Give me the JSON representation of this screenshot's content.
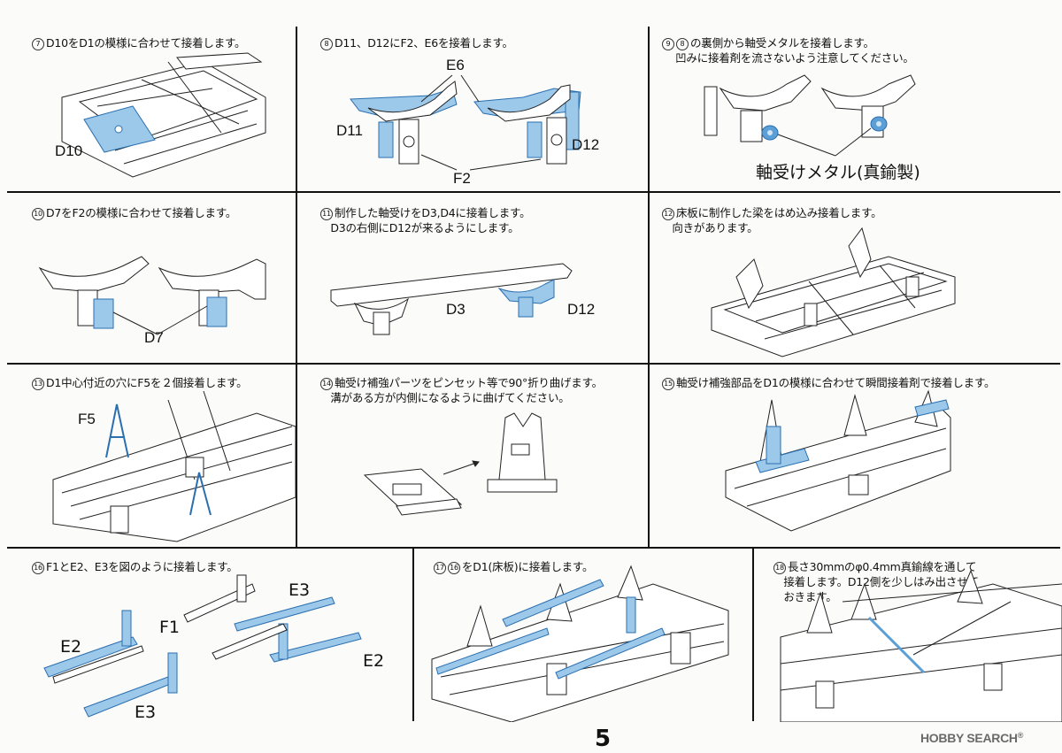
{
  "colors": {
    "part_highlight": "#9cc8ea",
    "part_highlight_dark": "#5b9fd6",
    "line": "#222222"
  },
  "steps": [
    {
      "num": "7",
      "text": "D10をD1の模様に合わせて接着します。",
      "labels": [
        "D10"
      ]
    },
    {
      "num": "8",
      "text": "D11、D12にF2、E6を接着します。",
      "labels": [
        "E6",
        "D11",
        "D12",
        "F2"
      ]
    },
    {
      "num": "9",
      "sub_num": "8",
      "text_line1": "の裏側から軸受メタルを接着します。",
      "text_line2": "凹みに接着剤を流さないよう注意してください。",
      "labels": [
        "軸受けメタル(真鍮製)"
      ]
    },
    {
      "num": "10",
      "text": "D7をF2の模様に合わせて接着します。",
      "labels": [
        "D7"
      ]
    },
    {
      "num": "11",
      "text_line1": "制作した軸受けをD3,D4に接着します。",
      "text_line2": "D3の右側にD12が来るようにします。",
      "labels": [
        "D3",
        "D12"
      ]
    },
    {
      "num": "12",
      "text_line1": "床板に制作した梁をはめ込み接着します。",
      "text_line2": "向きがあります。",
      "labels": []
    },
    {
      "num": "13",
      "text": "D1中心付近の穴にF5を２個接着します。",
      "labels": [
        "F5"
      ]
    },
    {
      "num": "14",
      "text_line1": "軸受け補強パーツをピンセット等で90°折り曲げます。",
      "text_line2": "溝がある方が内側になるように曲げてください。",
      "labels": []
    },
    {
      "num": "15",
      "text": "軸受け補強部品をD1の模様に合わせて瞬間接着剤で接着します。",
      "labels": []
    },
    {
      "num": "16",
      "text": "F1とE2、E3を図のように接着します。",
      "labels": [
        "E3",
        "F1",
        "E2",
        "E2",
        "E3"
      ]
    },
    {
      "num": "17",
      "sub_num": "16",
      "text": "をD1(床板)に接着します。",
      "labels": []
    },
    {
      "num": "18",
      "text_line1": "長さ30mmのφ0.4mm真鍮線を通して",
      "text_line2": "接着します。D12側を少しはみ出させて",
      "text_line3": "おきます。",
      "labels": []
    }
  ],
  "page_number": "5",
  "watermark": {
    "text": "HOBBY SEARCH",
    "reg": "®"
  }
}
